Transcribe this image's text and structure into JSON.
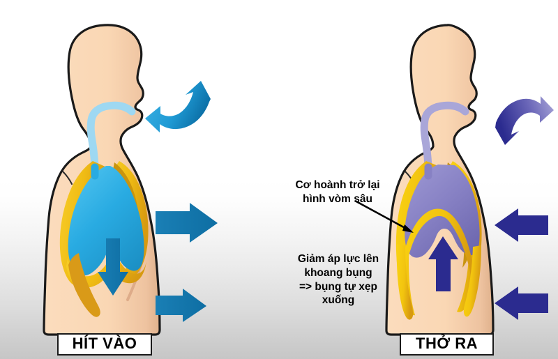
{
  "diagram": {
    "title_semantic": "breathing-mechanics-inhale-exhale",
    "background": {
      "top_color": "#ffffff",
      "bottom_color": "#c6c6c6"
    },
    "palette": {
      "skin": "#fad7b4",
      "skin_shadow": "#e8bb97",
      "outline": "#1a1a1a",
      "inhale_airway": "#9ed8f2",
      "inhale_lung": "#29abe2",
      "inhale_lung_dark": "#1b87c9",
      "inhale_arrow": "#1a7fb5",
      "inhale_arrow_dark": "#0f5f8f",
      "exhale_airway": "#a9a6d8",
      "exhale_lung": "#8781c4",
      "exhale_lung_dark": "#6f68b0",
      "exhale_arrow": "#2b2b8f",
      "exhale_arrow_light": "#9a97d4",
      "diaphragm_yellow": "#f5c518",
      "diaphragm_gold": "#d99a18",
      "rib_gold": "#c9940f"
    }
  },
  "panels": {
    "left": {
      "caption": "HÍT VÀO",
      "phase": "inhale",
      "airflow_direction": "in",
      "arrows": [
        {
          "name": "chest-expand-arrow",
          "direction": "right"
        },
        {
          "name": "abdomen-expand-arrow",
          "direction": "right"
        },
        {
          "name": "diaphragm-down-arrow",
          "direction": "down"
        },
        {
          "name": "air-in-arrow",
          "direction": "curved-in"
        }
      ]
    },
    "right": {
      "caption": "THỞ RA",
      "phase": "exhale",
      "airflow_direction": "out",
      "arrows": [
        {
          "name": "chest-contract-arrow",
          "direction": "left"
        },
        {
          "name": "abdomen-contract-arrow",
          "direction": "left"
        },
        {
          "name": "diaphragm-up-arrow",
          "direction": "up"
        },
        {
          "name": "air-out-arrow",
          "direction": "curved-out"
        }
      ],
      "annotations": {
        "diaphragm": "Cơ hoành trở lại\nhình vòm sâu",
        "abdomen": "Giảm áp lực lên\nkhoang bụng\n=> bụng tự xẹp\nxuống"
      }
    }
  }
}
